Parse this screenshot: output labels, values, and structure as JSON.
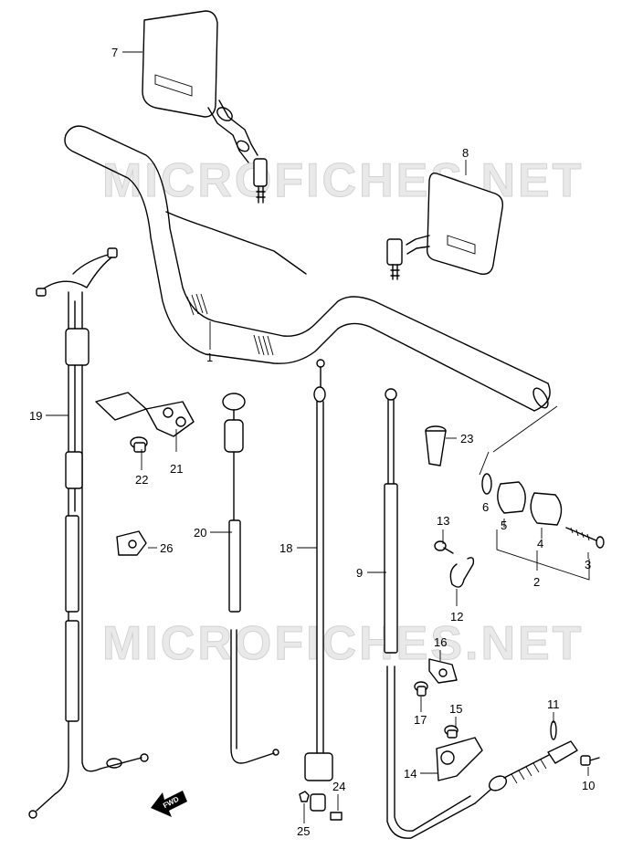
{
  "watermark": {
    "text_top": "MICROFICHES.NET",
    "text_bottom": "MICROFICHES.NET"
  },
  "fwd_label": "FWD",
  "callouts": {
    "c1": "1",
    "c2": "2",
    "c3": "3",
    "c4": "4",
    "c5": "5",
    "c6": "6",
    "c7": "7",
    "c8": "8",
    "c9": "9",
    "c10": "10",
    "c11": "11",
    "c12": "12",
    "c13": "13",
    "c14": "14",
    "c15": "15",
    "c16": "16",
    "c17": "17",
    "c18": "18",
    "c19": "19",
    "c20": "20",
    "c21": "21",
    "c22": "22",
    "c23": "23",
    "c24": "24",
    "c25": "25",
    "c26": "26"
  },
  "colors": {
    "line": "#000000",
    "watermark": "#d2d2d2",
    "background": "#ffffff"
  }
}
